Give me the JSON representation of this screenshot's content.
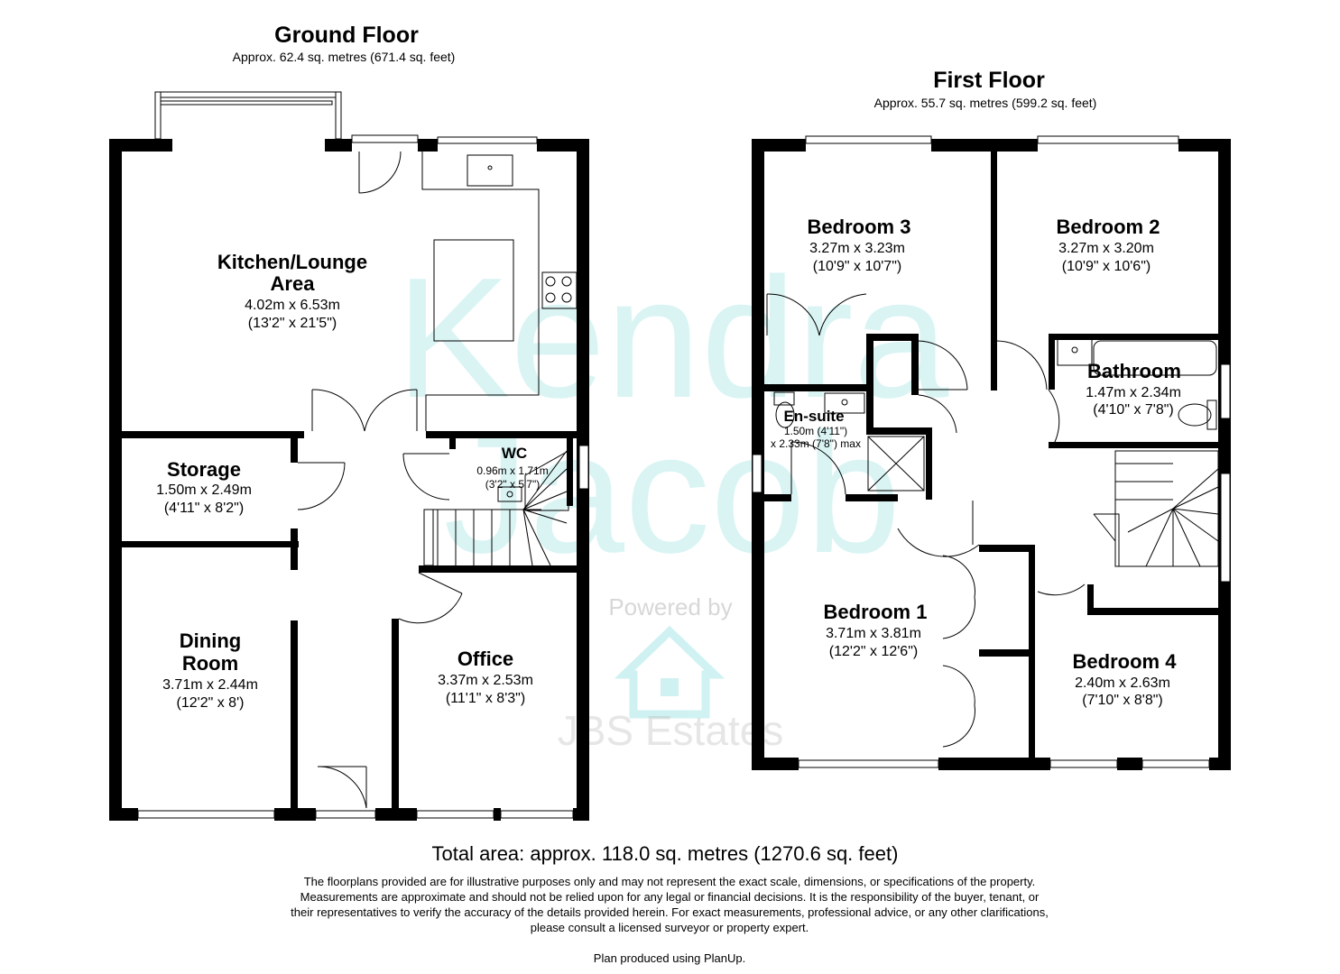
{
  "ground_floor": {
    "title": "Ground Floor",
    "area": "Approx. 62.4 sq. metres (671.4 sq. feet)",
    "rooms": {
      "kitchen": {
        "name1": "Kitchen/Lounge",
        "name2": "Area",
        "metric": "4.02m x 6.53m",
        "imperial": "(13'2\" x 21'5\")"
      },
      "storage": {
        "name": "Storage",
        "metric": "1.50m x 2.49m",
        "imperial": "(4'11\" x 8'2\")"
      },
      "wc": {
        "name": "WC",
        "metric": "0.96m x 1.71m",
        "imperial": "(3'2\" x 5'7\")"
      },
      "dining": {
        "name1": "Dining",
        "name2": "Room",
        "metric": "3.71m x 2.44m",
        "imperial": "(12'2\" x 8')"
      },
      "office": {
        "name": "Office",
        "metric": "3.37m x 2.53m",
        "imperial": "(11'1\" x 8'3\")"
      }
    }
  },
  "first_floor": {
    "title": "First Floor",
    "area": "Approx. 55.7 sq. metres (599.2 sq. feet)",
    "rooms": {
      "bedroom3": {
        "name": "Bedroom 3",
        "metric": "3.27m x 3.23m",
        "imperial": "(10'9\" x 10'7\")"
      },
      "bedroom2": {
        "name": "Bedroom 2",
        "metric": "3.27m x 3.20m",
        "imperial": "(10'9\" x 10'6\")"
      },
      "bathroom": {
        "name": "Bathroom",
        "metric": "1.47m x 2.34m",
        "imperial": "(4'10\" x 7'8\")"
      },
      "ensuite": {
        "name": "En-suite",
        "metric": "1.50m (4'11\")",
        "imperial": "x 2.33m (7'8\") max"
      },
      "bedroom1": {
        "name": "Bedroom 1",
        "metric": "3.71m x 3.81m",
        "imperial": "(12'2\" x 12'6\")"
      },
      "bedroom4": {
        "name": "Bedroom 4",
        "metric": "2.40m x 2.63m",
        "imperial": "(7'10\" x 8'8\")"
      }
    }
  },
  "watermark": {
    "line1": "Kendra",
    "line2": "Jacob",
    "powered": "Powered by",
    "estates": "JBS Estates",
    "color": "#29c2c4"
  },
  "footer": {
    "total": "Total area: approx. 118.0 sq. metres (1270.6 sq. feet)",
    "disclaimer": [
      "The floorplans provided are for illustrative purposes only and may not represent the exact scale, dimensions, or specifications of the property.",
      "Measurements are approximate and should not be relied upon for any legal or financial decisions. It is the responsibility of the buyer, tenant, or",
      "their representatives to verify the accuracy of the details provided herein.  For exact measurements, professional advice, or any other clarifications,",
      "please consult a licensed surveyor or property expert."
    ],
    "produced": "Plan produced using PlanUp."
  }
}
